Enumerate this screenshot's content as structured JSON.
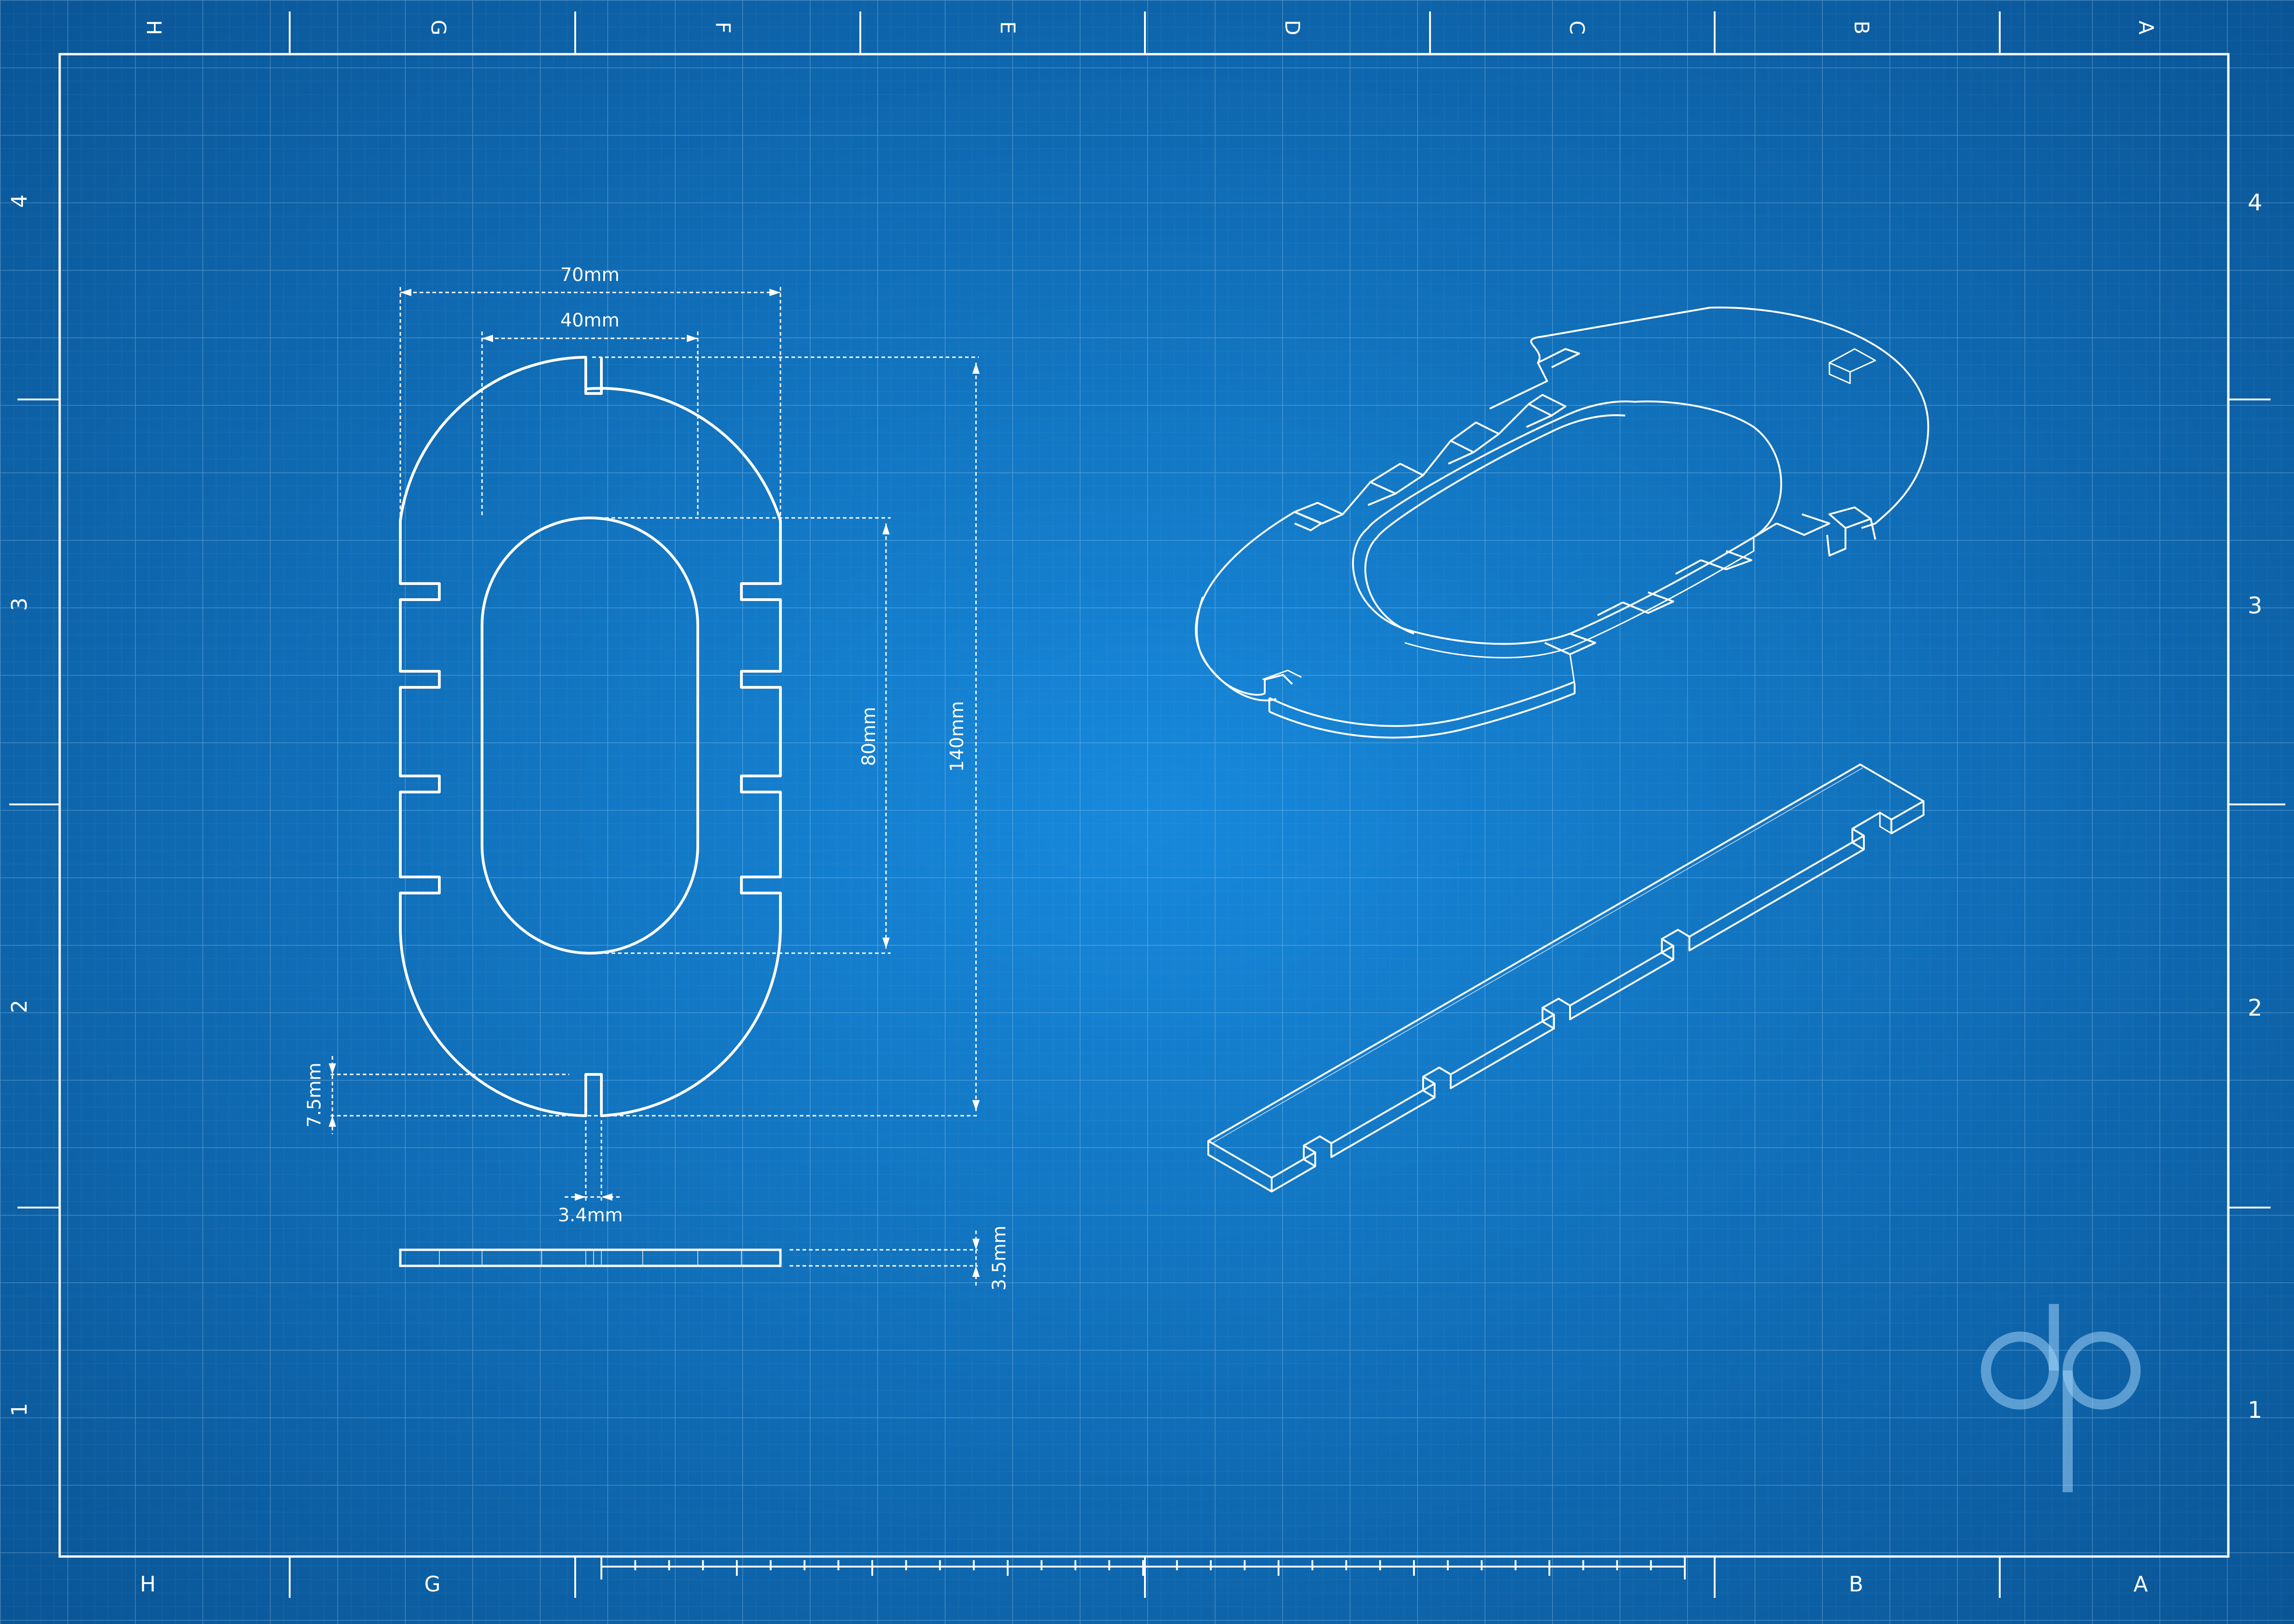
{
  "colors": {
    "background_center": "#1789dc",
    "background_edge": "#0a5596",
    "line": "#ffffff",
    "grid": "#9fd0f5"
  },
  "border": {
    "columns_top": [
      "H",
      "G",
      "F",
      "E",
      "D",
      "C",
      "B",
      "A"
    ],
    "columns_bottom": [
      "H",
      "G",
      "B",
      "A"
    ],
    "rows": [
      "4",
      "3",
      "2",
      "1"
    ]
  },
  "dimensions": {
    "width_outer": "70mm",
    "width_inner": "40mm",
    "height_inner": "80mm",
    "height_outer": "140mm",
    "slot_depth": "7.5mm",
    "slot_width": "3.4mm",
    "thickness": "3.5mm"
  },
  "views": {
    "front": "plan-view-oval-frame",
    "side": "side-view-strip",
    "iso_frame": "isometric-oval-frame",
    "iso_strip": "isometric-strip"
  },
  "logo": {
    "text": "dp",
    "icon": "dp-logo-icon"
  }
}
